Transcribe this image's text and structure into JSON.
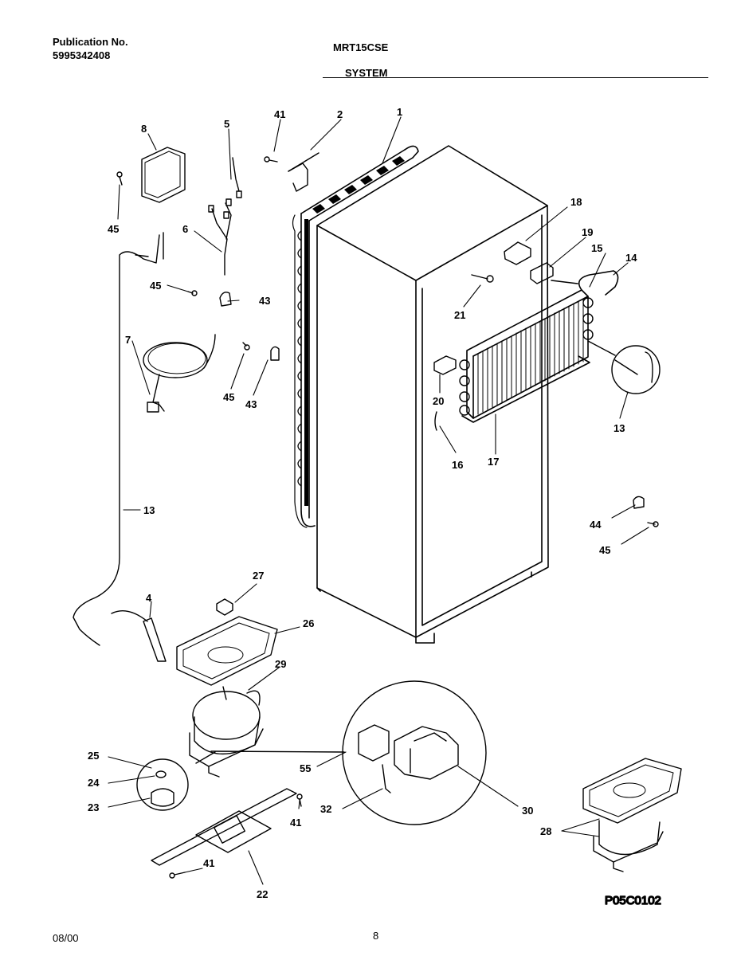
{
  "header": {
    "publication_label": "Publication No.",
    "publication_number": "5995342408",
    "model": "MRT15CSE",
    "section": "SYSTEM"
  },
  "footer": {
    "date": "08/00",
    "page": "8",
    "diagram_code": "P05C0102"
  },
  "parts": [
    {
      "id": "p1",
      "text": "1"
    },
    {
      "id": "p2",
      "text": "2"
    },
    {
      "id": "p41a",
      "text": "41"
    },
    {
      "id": "p5",
      "text": "5"
    },
    {
      "id": "p8",
      "text": "8"
    },
    {
      "id": "p45a",
      "text": "45"
    },
    {
      "id": "p6",
      "text": "6"
    },
    {
      "id": "p45b",
      "text": "45"
    },
    {
      "id": "p43a",
      "text": "43"
    },
    {
      "id": "p7",
      "text": "7"
    },
    {
      "id": "p45c",
      "text": "45"
    },
    {
      "id": "p43b",
      "text": "43"
    },
    {
      "id": "p18",
      "text": "18"
    },
    {
      "id": "p19",
      "text": "19"
    },
    {
      "id": "p15",
      "text": "15"
    },
    {
      "id": "p14",
      "text": "14"
    },
    {
      "id": "p21",
      "text": "21"
    },
    {
      "id": "p20",
      "text": "20"
    },
    {
      "id": "p16",
      "text": "16"
    },
    {
      "id": "p17",
      "text": "17"
    },
    {
      "id": "p13a",
      "text": "13"
    },
    {
      "id": "p13b",
      "text": "13"
    },
    {
      "id": "p44",
      "text": "44"
    },
    {
      "id": "p45d",
      "text": "45"
    },
    {
      "id": "p27",
      "text": "27"
    },
    {
      "id": "p4",
      "text": "4"
    },
    {
      "id": "p26",
      "text": "26"
    },
    {
      "id": "p29",
      "text": "29"
    },
    {
      "id": "p25",
      "text": "25"
    },
    {
      "id": "p24",
      "text": "24"
    },
    {
      "id": "p23",
      "text": "23"
    },
    {
      "id": "p55",
      "text": "55"
    },
    {
      "id": "p41b",
      "text": "41"
    },
    {
      "id": "p32",
      "text": "32"
    },
    {
      "id": "p30",
      "text": "30"
    },
    {
      "id": "p28",
      "text": "28"
    },
    {
      "id": "p41c",
      "text": "41"
    },
    {
      "id": "p22",
      "text": "22"
    }
  ]
}
